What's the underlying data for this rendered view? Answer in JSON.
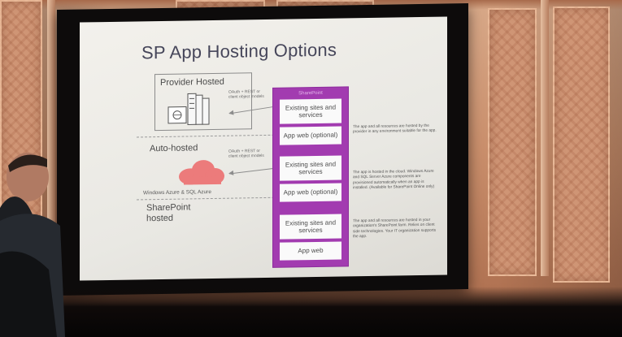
{
  "slide": {
    "title": "SP App Hosting Options",
    "rows": [
      {
        "label": "Provider Hosted",
        "arrow_note": "OAuth + REST or client object models"
      },
      {
        "label": "Auto-hosted",
        "sub_label": "Windows Azure & SQL Azure",
        "arrow_note": "OAuth + REST or client object models"
      },
      {
        "label": "SharePoint hosted"
      }
    ],
    "column": {
      "header": "SharePoint",
      "groups": [
        {
          "top": "Existing sites and services",
          "bottom": "App web (optional)"
        },
        {
          "top": "Existing sites and services",
          "bottom": "App web (optional)"
        },
        {
          "top": "Existing sites and services",
          "bottom": "App web"
        }
      ]
    },
    "descriptions": [
      "The app and all resources are hosted by the provider in any environment suitable for the app.",
      "The app is hosted in the cloud. Windows Azure and SQL Server Azure components are provisioned automatically when an app is installed. (Available for SharePoint Online only)",
      "The app and all resources are hosted in your organization's SharePoint farm. Relies on client side technologies. Your IT organization supports the app."
    ]
  },
  "colors": {
    "accent_purple": "#a23bb0",
    "cloud_pink": "#ec7b7b",
    "wall": "#c98e6b"
  }
}
